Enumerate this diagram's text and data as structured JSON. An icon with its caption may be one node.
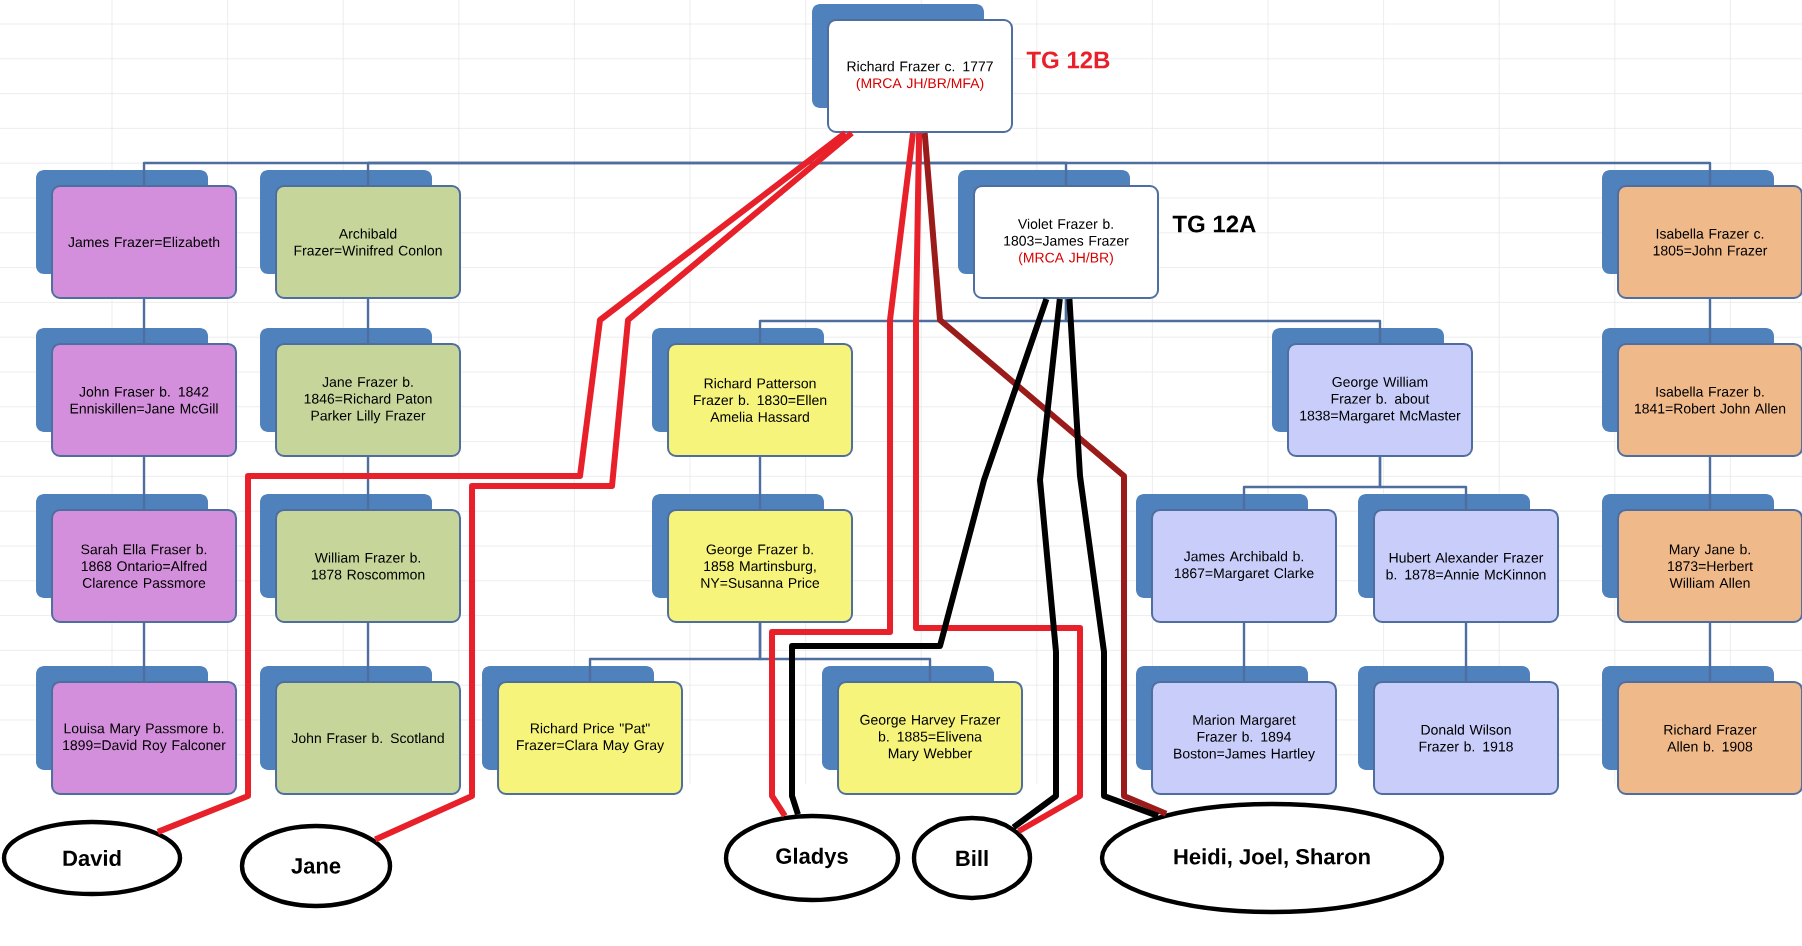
{
  "diagram": {
    "nodes": [
      {
        "text": [
          "Richard Frazer c. 1777",
          "(MRCA JH/BR/MFA)"
        ],
        "beside": [
          "TG 12B"
        ]
      },
      {
        "text": [
          "James Frazer=Elizabeth"
        ]
      },
      {
        "text": [
          "Archibald Frazer=Winifred Conlon"
        ]
      },
      {
        "text": [
          "Violet Frazer b. 1803=James Frazer",
          "(MRCA JH/BR)"
        ],
        "beside": [
          "TG 12A"
        ]
      },
      {
        "text": [
          "Isabella Frazer c. 1805=John Frazer"
        ]
      },
      {
        "text": [
          "John Fraser b. 1842 Enniskillen=Jane McGill"
        ]
      },
      {
        "text": [
          "Jane Frazer b. 1846=Richard Paton Parker Lilly Frazer"
        ]
      },
      {
        "text": [
          "Richard Patterson Frazer b. 1830=Ellen Amelia Hassard"
        ]
      },
      {
        "text": [
          "George William Frazer b. about 1838=Margaret McMaster"
        ]
      },
      {
        "text": [
          "Isabella Frazer b. 1841=Robert John Allen"
        ]
      },
      {
        "text": [
          "Sarah Ella Fraser b. 1868 Ontario=Alfred Clarence Passmore"
        ]
      },
      {
        "text": [
          "William Frazer b. 1878 Roscommon"
        ]
      },
      {
        "text": [
          "George Frazer b. 1858 Martinsburg, NY=Susanna Price"
        ]
      },
      {
        "text": [
          "James Archibald b. 1867=Margaret Clarke"
        ]
      },
      {
        "text": [
          "Hubert Alexander Frazer b. 1878=Annie McKinnon"
        ]
      },
      {
        "text": [
          "Mary Jane b. 1873=Herbert William Allen"
        ]
      },
      {
        "text": [
          "Louisa Mary Passmore b. 1899=David Roy Falconer"
        ]
      },
      {
        "text": [
          "John Fraser b. Scotland"
        ]
      },
      {
        "text": [
          "Richard Price \"Pat\" Frazer=Clara May Gray"
        ]
      },
      {
        "text": [
          "George Harvey Frazer b. 1885=Elivena Mary Webber"
        ]
      },
      {
        "text": [
          "Marion Margaret Frazer b. 1894 Boston=James Hartley"
        ]
      },
      {
        "text": [
          "Donald Wilson Frazer b. 1918"
        ]
      },
      {
        "text": [
          "Richard Frazer Allen b. 1908"
        ]
      },
      {
        "text": [
          "David"
        ]
      },
      {
        "text": [
          "Jane"
        ]
      },
      {
        "text": [
          "Gladys"
        ]
      },
      {
        "text": [
          "Bill"
        ]
      },
      {
        "text": [
          "Heidi, Joel, Sharon"
        ]
      }
    ],
    "edges": [
      {
        "from": 0,
        "to": 1,
        "arrow": "none"
      },
      {
        "from": 0,
        "to": 2,
        "arrow": "none"
      },
      {
        "from": 0,
        "to": 3,
        "arrow": "none"
      },
      {
        "from": 0,
        "to": 4,
        "arrow": "none"
      },
      {
        "from": 1,
        "to": 5,
        "arrow": "none"
      },
      {
        "from": 5,
        "to": 10,
        "arrow": "none"
      },
      {
        "from": 10,
        "to": 16,
        "arrow": "none"
      },
      {
        "from": 2,
        "to": 6,
        "arrow": "none"
      },
      {
        "from": 6,
        "to": 11,
        "arrow": "none"
      },
      {
        "from": 11,
        "to": 17,
        "arrow": "none"
      },
      {
        "from": 3,
        "to": 7,
        "arrow": "none"
      },
      {
        "from": 3,
        "to": 8,
        "arrow": "none"
      },
      {
        "from": 7,
        "to": 12,
        "arrow": "none"
      },
      {
        "from": 12,
        "to": 18,
        "arrow": "none"
      },
      {
        "from": 12,
        "to": 19,
        "arrow": "none"
      },
      {
        "from": 8,
        "to": 13,
        "arrow": "none"
      },
      {
        "from": 8,
        "to": 14,
        "arrow": "none"
      },
      {
        "from": 13,
        "to": 20,
        "arrow": "none"
      },
      {
        "from": 14,
        "to": 21,
        "arrow": "none"
      },
      {
        "from": 4,
        "to": 9,
        "arrow": "none"
      },
      {
        "from": 9,
        "to": 15,
        "arrow": "none"
      },
      {
        "from": 15,
        "to": 22,
        "arrow": "none"
      },
      {
        "from": 0,
        "to": 23,
        "arrow": "none",
        "style": "thick",
        "color": "#e8202a"
      },
      {
        "from": 0,
        "to": 24,
        "arrow": "none",
        "style": "thick",
        "color": "#e8202a"
      },
      {
        "from": 0,
        "to": 25,
        "arrow": "none",
        "style": "thick",
        "color": "#e8202a"
      },
      {
        "from": 0,
        "to": 26,
        "arrow": "none",
        "style": "thick",
        "color": "#e8202a"
      },
      {
        "from": 0,
        "to": 27,
        "arrow": "none",
        "style": "thick",
        "color": "#9b1b1b"
      },
      {
        "from": 3,
        "to": 25,
        "arrow": "none",
        "style": "thick",
        "color": "#000000"
      },
      {
        "from": 3,
        "to": 26,
        "arrow": "none",
        "style": "thick",
        "color": "#000000"
      },
      {
        "from": 3,
        "to": 27,
        "arrow": "none",
        "style": "thick",
        "color": "#000000"
      }
    ]
  }
}
